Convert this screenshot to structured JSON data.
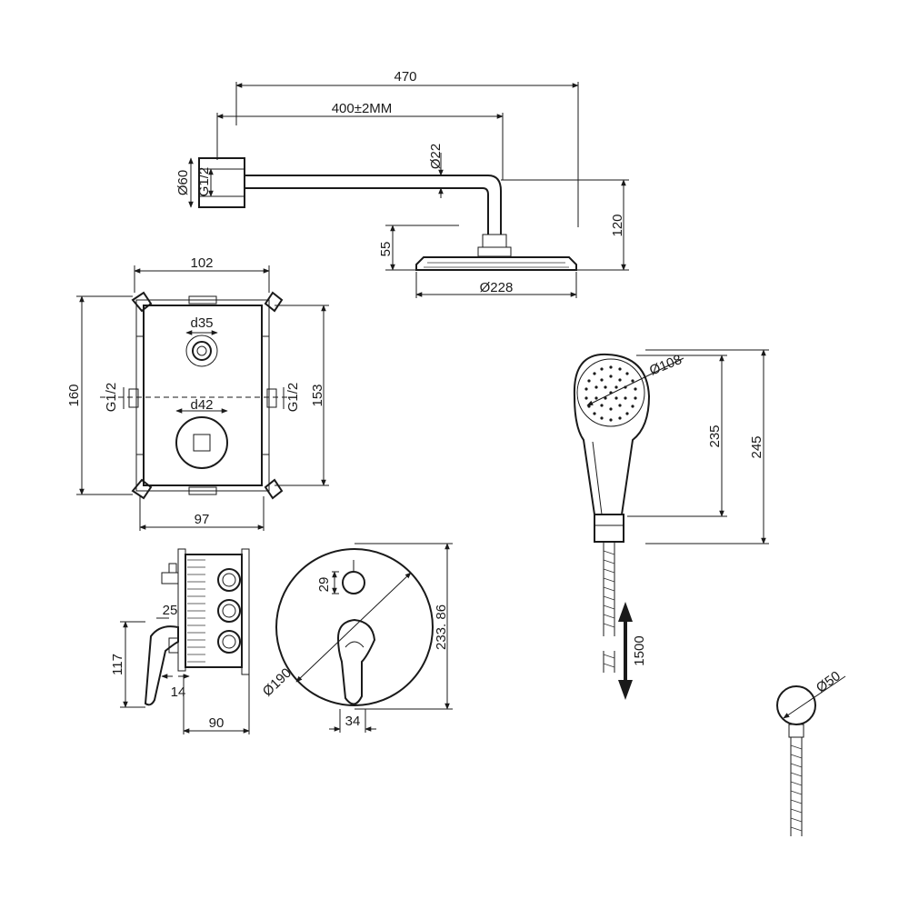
{
  "dimensions": {
    "arm_total_length": "470",
    "arm_length": "400±2MM",
    "wall_flange_dia": "Ø60",
    "wall_thread": "G1/2",
    "arm_tube_dia": "Ø22",
    "arm_drop": "120",
    "head_height": "55",
    "head_dia": "Ø228",
    "box_outer_width": "102",
    "box_outer_height": "160",
    "box_inner_height": "153",
    "box_inner_width": "97",
    "box_thread_left": "G1/2",
    "box_thread_right": "G1/2",
    "box_top_hole": "d35",
    "box_bottom_hole": "d42",
    "side_offset": "25",
    "side_height": "117",
    "side_gap": "14",
    "side_depth": "90",
    "plate_button_dia": "29",
    "plate_height": "233. 86",
    "plate_dia": "Ø190",
    "lever_width": "34",
    "hand_head_dia": "Ø108",
    "hand_short_length": "235",
    "hand_long_length": "245",
    "hose_length": "1500",
    "outlet_dia": "Ø50"
  }
}
